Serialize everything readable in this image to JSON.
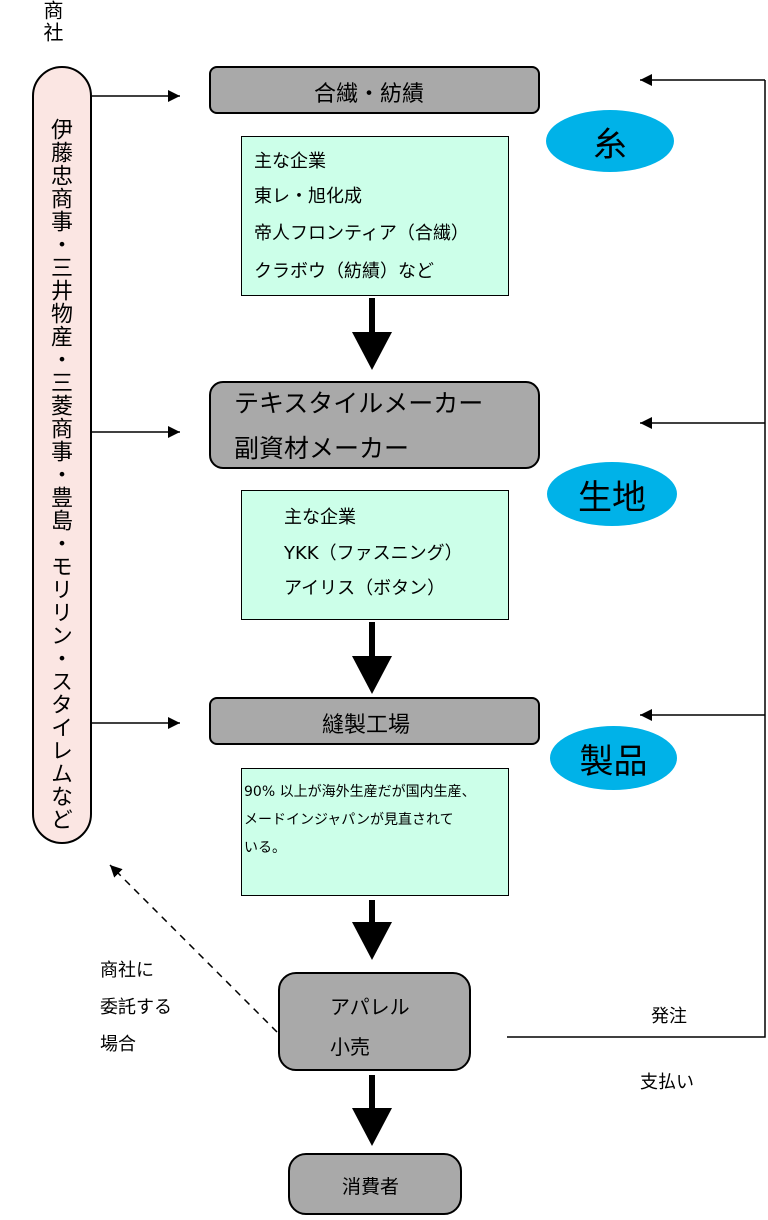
{
  "trading_company": {
    "title": "商社",
    "companies": "伊藤忠商事・三井物産・三菱商事・豊島・モリリン・スタイレムなど"
  },
  "stages": {
    "yarn": {
      "label": "合繊・紡績"
    },
    "textile": {
      "line1": "テキスタイルメーカー",
      "line2": "副資材メーカー"
    },
    "sewing": {
      "label": "縫製工場"
    },
    "apparel": {
      "line1": "アパレル",
      "line2": "小売"
    },
    "consumer": {
      "label": "消費者"
    }
  },
  "info_boxes": {
    "yarn": [
      "主な企業",
      "東レ・旭化成",
      "帝人フロンティア（合繊）",
      "クラボウ（紡績）など"
    ],
    "textile": [
      "主な企業",
      "YKK（ファスニング）",
      "アイリス（ボタン）"
    ],
    "sewing": [
      "90% 以上が海外生産だが国内生産、",
      "メードインジャパンが見直されて",
      "いる。"
    ]
  },
  "categories": {
    "yarn": "糸",
    "fabric": "生地",
    "product": "製品"
  },
  "flows": {
    "order": "発注",
    "payment": "支払い",
    "entrusted": [
      "商社に",
      "委託する",
      "場合"
    ]
  },
  "colors": {
    "gray_box": "#a9a9a9",
    "info_box": "#ccffe9",
    "ellipse": "#00b2e8",
    "pill": "#fbe6e3"
  }
}
